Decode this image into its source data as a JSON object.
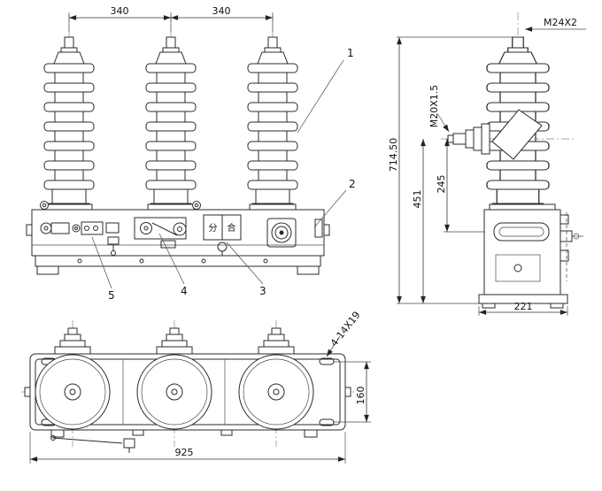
{
  "front_view": {
    "dim_left": "340",
    "dim_right": "340",
    "callouts": {
      "c1": "1",
      "c2": "2",
      "c3": "3",
      "c4": "4",
      "c5": "5"
    },
    "indicator": {
      "open": "分",
      "close": "合"
    }
  },
  "side_view": {
    "thread_top": "M24X2",
    "thread_side": "M20X1.5",
    "dim_overall": "714.50",
    "dim_mid": "451",
    "dim_inner": "245",
    "dim_width": "221"
  },
  "bottom_view": {
    "dim_width": "925",
    "dim_slot_spacing": "160",
    "slot_label": "4-14X19"
  }
}
